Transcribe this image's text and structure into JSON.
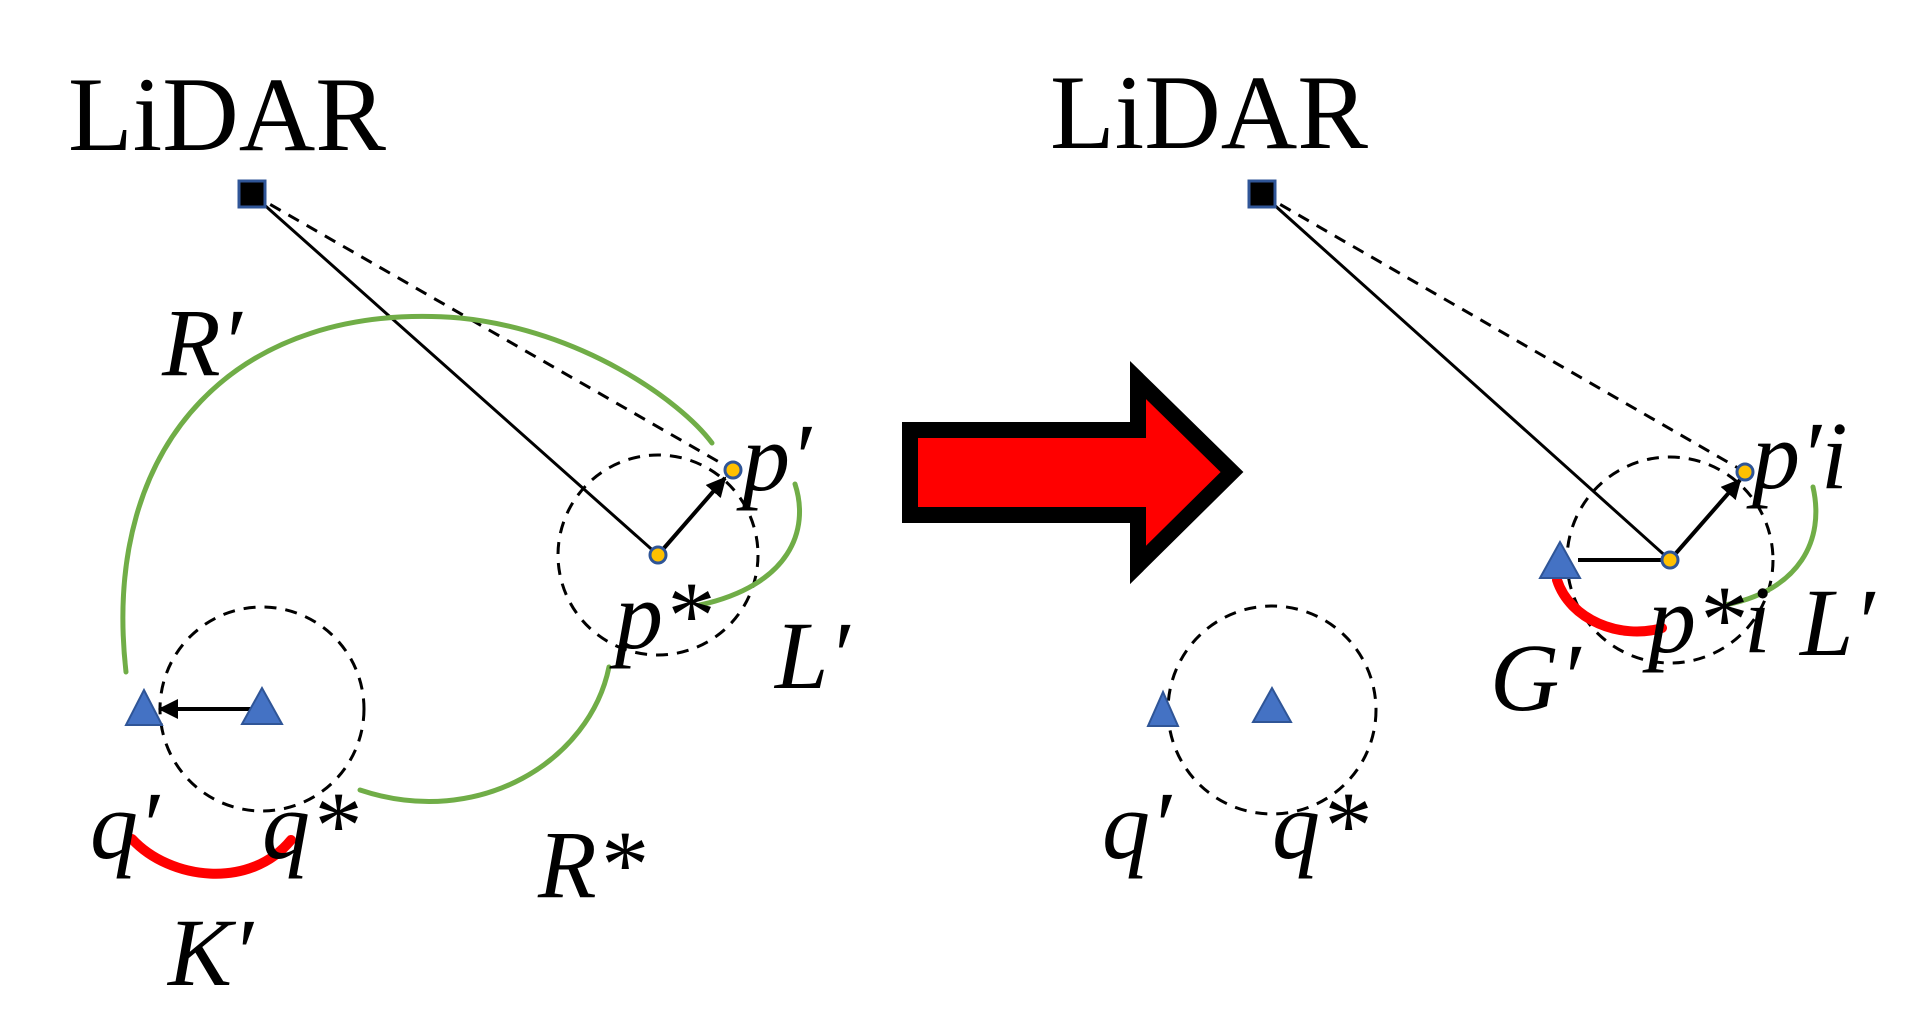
{
  "left_panel": {
    "title": "LiDAR",
    "labels": {
      "R_prime": "R′",
      "p_prime": "p′",
      "p_star": "p*",
      "L_prime": "L′",
      "q_prime": "q′",
      "q_star": "q*",
      "R_star": "R*",
      "K_prime": "K′"
    }
  },
  "right_panel": {
    "title": "LiDAR",
    "labels": {
      "p_i_prime": "p′i",
      "p_i_star": "p*i",
      "L_prime": "L′",
      "G_prime": "G′",
      "q_prime": "q′",
      "q_star": "q*"
    }
  },
  "colors": {
    "green_arc": "#70ad47",
    "red_arc": "#ff0000",
    "triangle": "#4472c4",
    "point": "#ffc000",
    "big_arrow_fill": "#ff0000",
    "big_arrow_border": "#000000"
  }
}
